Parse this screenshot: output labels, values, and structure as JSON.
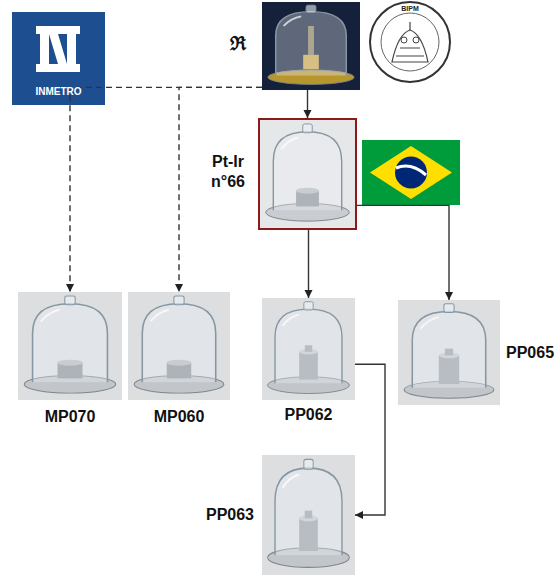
{
  "diagram": {
    "nodes": [
      {
        "text": [
          "ℜ"
        ]
      },
      {
        "text": [
          "Pt-Ir n°66"
        ]
      },
      {
        "text": [
          "MP070"
        ]
      },
      {
        "text": [
          "MP060"
        ]
      },
      {
        "text": [
          "PP062"
        ]
      },
      {
        "text": [
          "PP065"
        ]
      },
      {
        "text": [
          "PP063"
        ]
      }
    ],
    "edges": [
      {
        "from": 0,
        "to": 1,
        "arrow": "to"
      },
      {
        "from": 0,
        "to": 2,
        "arrow": "to"
      },
      {
        "from": 0,
        "to": 3,
        "arrow": "to"
      },
      {
        "from": 1,
        "to": 4,
        "arrow": "to"
      },
      {
        "from": 1,
        "to": 5,
        "arrow": "to"
      },
      {
        "from": 4,
        "to": 6,
        "arrow": "to"
      }
    ],
    "labels": [
      "INMETRO",
      "BIPM"
    ]
  }
}
